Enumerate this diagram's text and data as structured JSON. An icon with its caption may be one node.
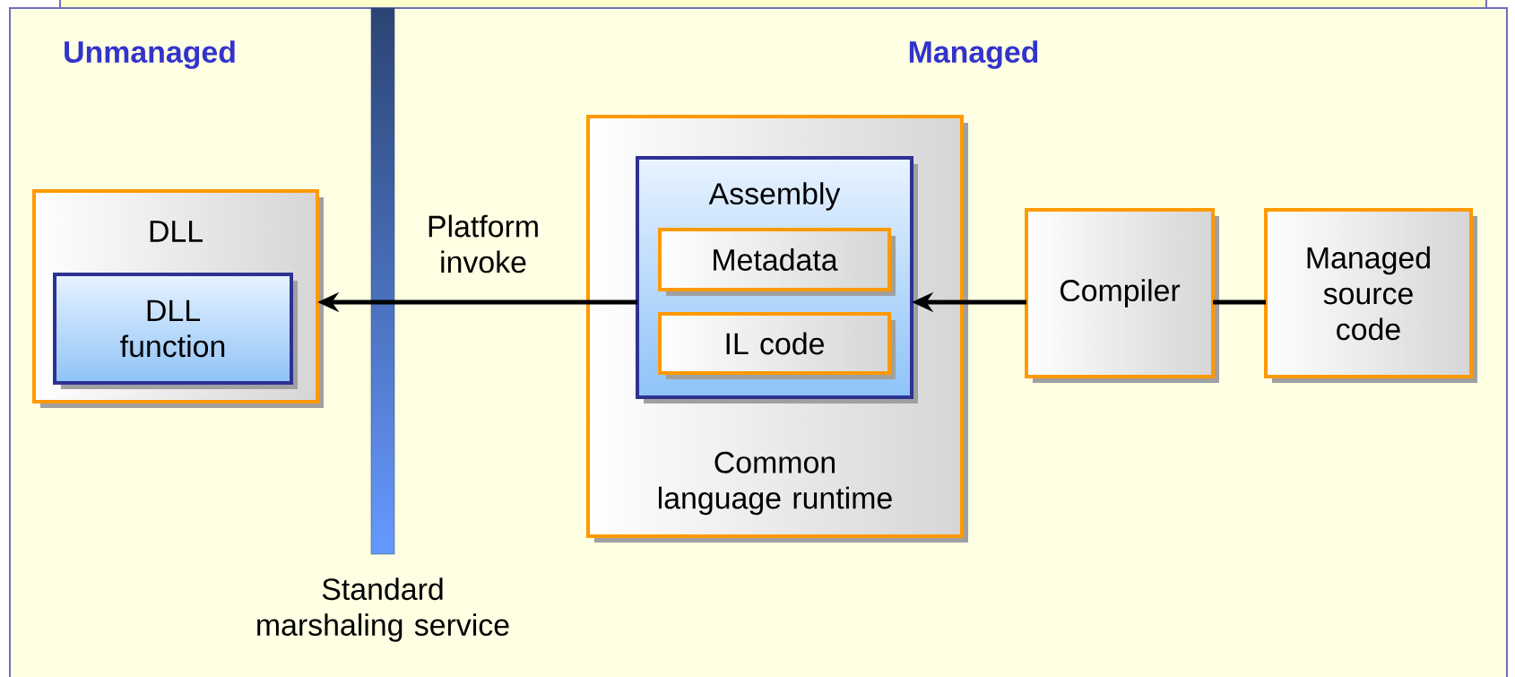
{
  "diagram": {
    "nodes": [
      {
        "text": [
          "DLL"
        ]
      },
      {
        "text": [
          "DLL function"
        ],
        "in": 0
      },
      {
        "text": [
          "Common language runtime"
        ]
      },
      {
        "text": [
          "Assembly"
        ],
        "in": 2
      },
      {
        "text": [
          "Metadata"
        ],
        "in": 3
      },
      {
        "text": [
          "IL code"
        ],
        "in": 3
      },
      {
        "text": [
          "Compiler"
        ]
      },
      {
        "text": [
          "Managed source code"
        ]
      }
    ],
    "edges": [
      {
        "from": 3,
        "to": 0,
        "arrow": "to",
        "label": "Platform invoke"
      },
      {
        "from": 6,
        "to": 3,
        "arrow": "to"
      },
      {
        "from": 7,
        "to": 6,
        "arrow": "none"
      }
    ],
    "labels": [
      "Unmanaged",
      "Managed",
      "Standard marshaling service"
    ]
  }
}
